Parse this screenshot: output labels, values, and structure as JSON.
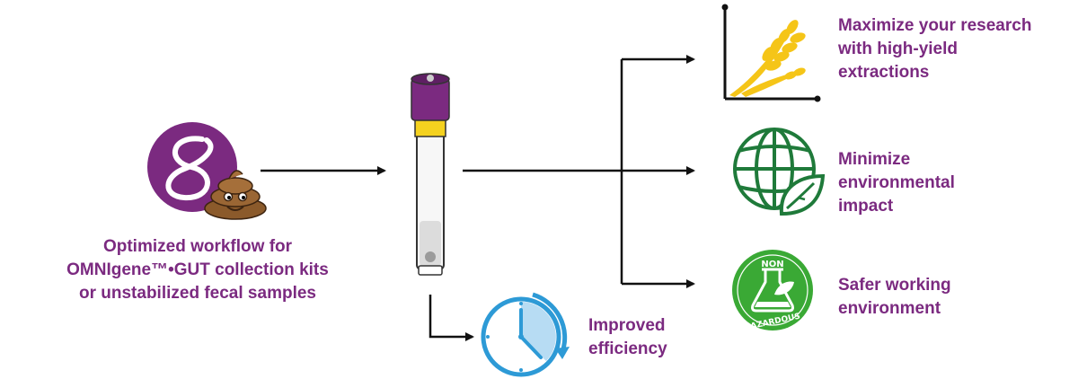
{
  "colors": {
    "brand_purple": "#7b2a80",
    "tube_yellow": "#f5d21f",
    "clock_blue": "#2d9ad6",
    "clock_fill": "#b7dcf3",
    "wheat_yellow": "#f5c518",
    "globe_green": "#1f7a3a",
    "badge_green": "#3aa935",
    "poop_brown": "#8b5a2b",
    "arrow_black": "#111111"
  },
  "icons": {
    "brand_logo": "infinity-loop-logo-icon",
    "sample": "poop-emoji-icon",
    "tube": "collection-tube-icon",
    "efficiency": "clock-icon",
    "research": "wheat-growth-chart-icon",
    "environment": "globe-leaf-icon",
    "safety": "non-hazardous-badge-icon"
  },
  "source": {
    "label_lines": [
      "Optimized workflow for",
      "OMNIgene™•GUT collection kits",
      "or unstabilized fecal samples"
    ]
  },
  "efficiency": {
    "label_lines": [
      "Improved",
      "efficiency"
    ]
  },
  "outcomes": {
    "research": {
      "label_lines": [
        "Maximize your research",
        "with high-yield",
        "extractions"
      ]
    },
    "environment": {
      "label_lines": [
        "Minimize",
        "environmental",
        "impact"
      ]
    },
    "safety": {
      "label_lines": [
        "Safer working",
        "environment"
      ]
    }
  },
  "badge": {
    "top_text": "NON",
    "bottom_text": "HAZARDOUS"
  }
}
